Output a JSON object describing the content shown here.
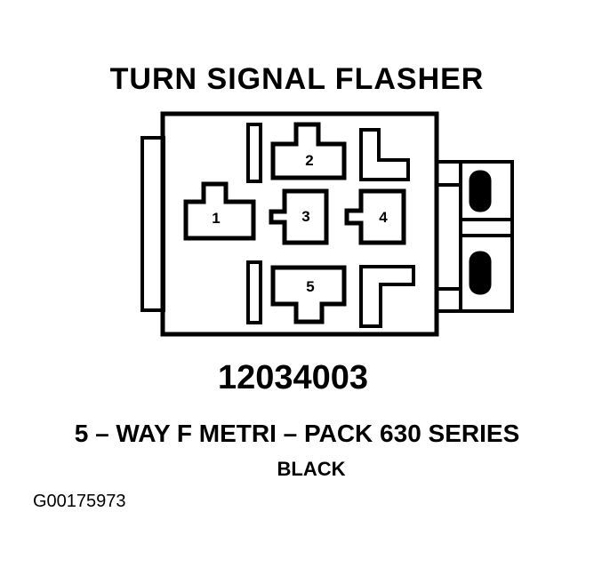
{
  "title": "TURN SIGNAL FLASHER",
  "part_number": "12034003",
  "description": "5 – WAY F METRI – PACK 630 SERIES",
  "color": "BLACK",
  "figure_id": "G00175973",
  "pins": [
    {
      "label": "1"
    },
    {
      "label": "2"
    },
    {
      "label": "3"
    },
    {
      "label": "4"
    },
    {
      "label": "5"
    }
  ],
  "stroke_color": "#000000"
}
